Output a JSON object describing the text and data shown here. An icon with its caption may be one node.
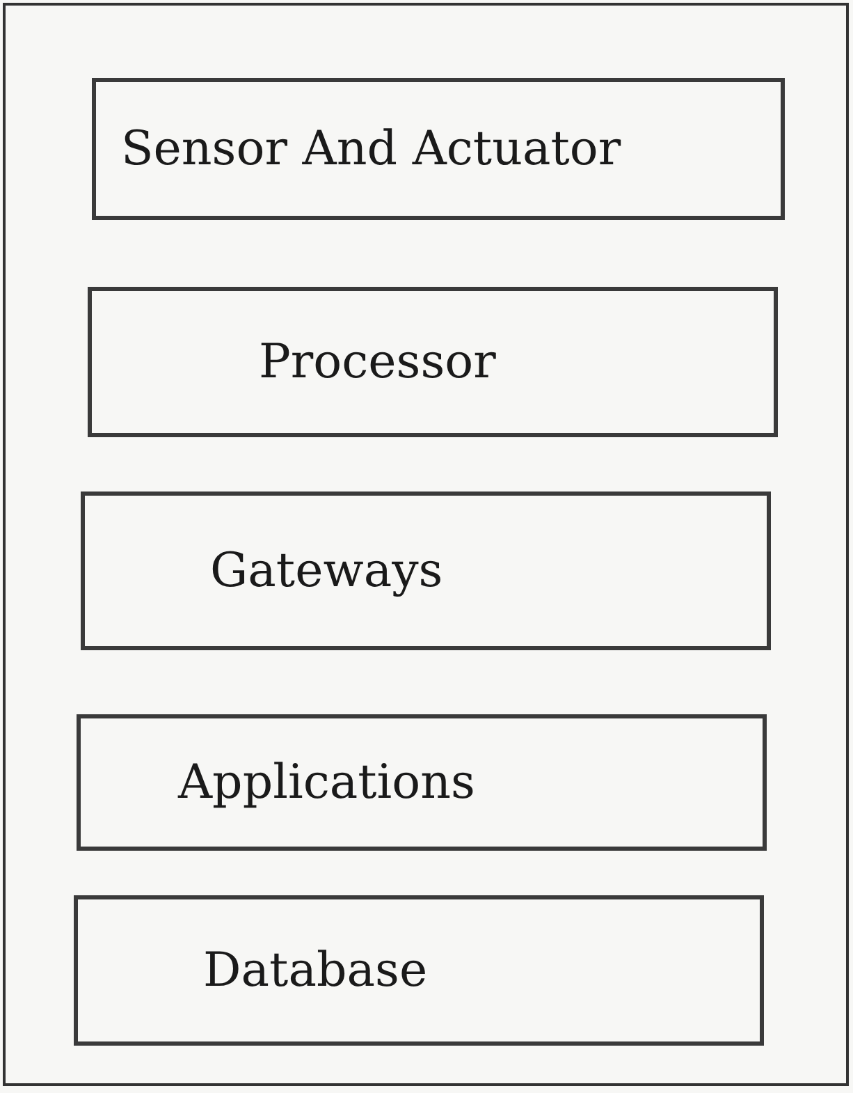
{
  "diagram": {
    "nodes": [
      {
        "text": [],
        "shape": "box"
      },
      {
        "text": [
          "Sensor And Actuator"
        ],
        "in": 0
      },
      {
        "text": [
          "Processor"
        ],
        "in": 0
      },
      {
        "text": [
          "Gateways"
        ],
        "in": 0
      },
      {
        "text": [
          "Applications"
        ],
        "in": 0
      },
      {
        "text": [
          "Database"
        ],
        "in": 0
      }
    ]
  }
}
